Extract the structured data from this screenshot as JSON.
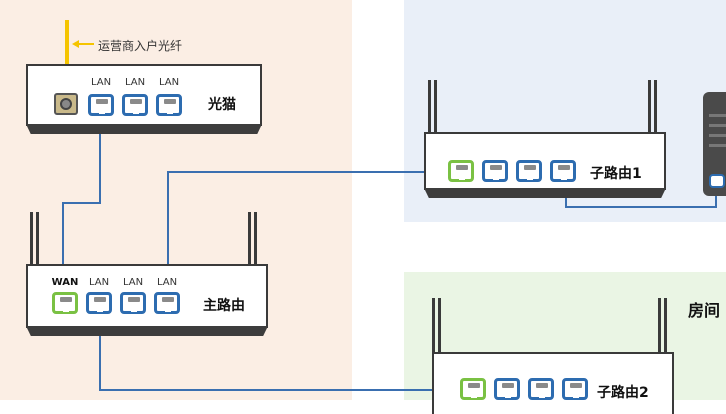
{
  "annotation": {
    "fiber_label": "运营商入户光纤"
  },
  "modem": {
    "name": "光猫",
    "ports": [
      {
        "label": "LAN"
      },
      {
        "label": "LAN"
      },
      {
        "label": "LAN"
      }
    ]
  },
  "main_router": {
    "name": "主路由",
    "ports": [
      {
        "label": "WAN",
        "type": "wan"
      },
      {
        "label": "LAN",
        "type": "lan"
      },
      {
        "label": "LAN",
        "type": "lan"
      },
      {
        "label": "LAN",
        "type": "lan"
      }
    ]
  },
  "sub_router_1": {
    "name": "子路由1"
  },
  "sub_router_2": {
    "name": "子路由2"
  },
  "room_label": "房间",
  "colors": {
    "left_panel_bg": "#fbeee4",
    "top_right_panel_bg": "#e9eff8",
    "bottom_right_panel_bg": "#eaf5e4",
    "fiber": "#f5c400",
    "cable": "#3a6fb0",
    "lan_port": "#2d6cb0",
    "wan_port": "#7ac143"
  }
}
